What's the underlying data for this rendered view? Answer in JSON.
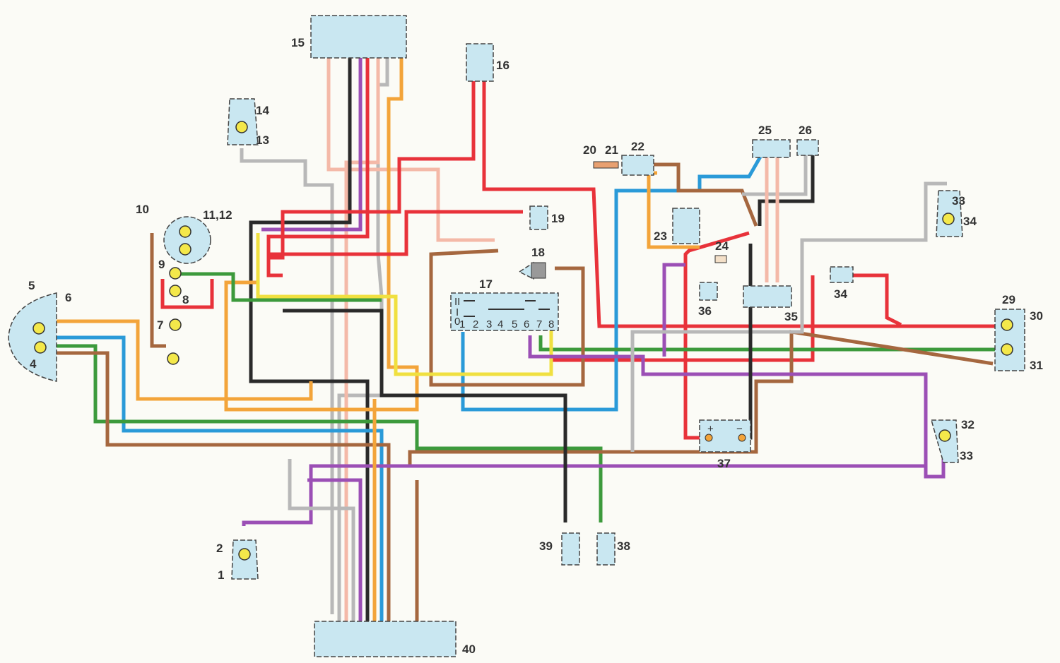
{
  "wire_colors": {
    "red": "#e8323a",
    "black": "#2a2a2a",
    "purple": "#9b4fb5",
    "pink": "#f4b9a8",
    "gray": "#b8b8b8",
    "orange": "#f3a43a",
    "green": "#3c9a3c",
    "blue": "#2a9ad8",
    "brown": "#a5673f",
    "yellow": "#f0e040"
  },
  "component_fill": "#c9e7f1",
  "labels": {
    "c1": "1",
    "c2": "2",
    "c4": "4",
    "c5": "5",
    "c6": "6",
    "c7": "7",
    "c8": "8",
    "c9": "9",
    "c10": "10",
    "c11_12": "11,12",
    "c13": "13",
    "c14": "14",
    "c15": "15",
    "c16": "16",
    "c17": "17",
    "c18": "18",
    "c19": "19",
    "c20": "20",
    "c21": "21",
    "c22": "22",
    "c23": "23",
    "c24": "24",
    "c25": "25",
    "c26": "26",
    "c29": "29",
    "c30": "30",
    "c31": "31",
    "c32": "32",
    "c33a": "33",
    "c33b": "33",
    "c34a": "34",
    "c34b": "34",
    "c35": "35",
    "c36": "36",
    "c37": "37",
    "c38": "38",
    "c39": "39",
    "c40": "40"
  },
  "switch17": {
    "positions": [
      "II",
      "I",
      "0"
    ],
    "terminals": [
      "1",
      "2",
      "3",
      "4",
      "5",
      "6",
      "7",
      "8"
    ]
  },
  "battery": {
    "plus": "+",
    "minus": "−"
  }
}
